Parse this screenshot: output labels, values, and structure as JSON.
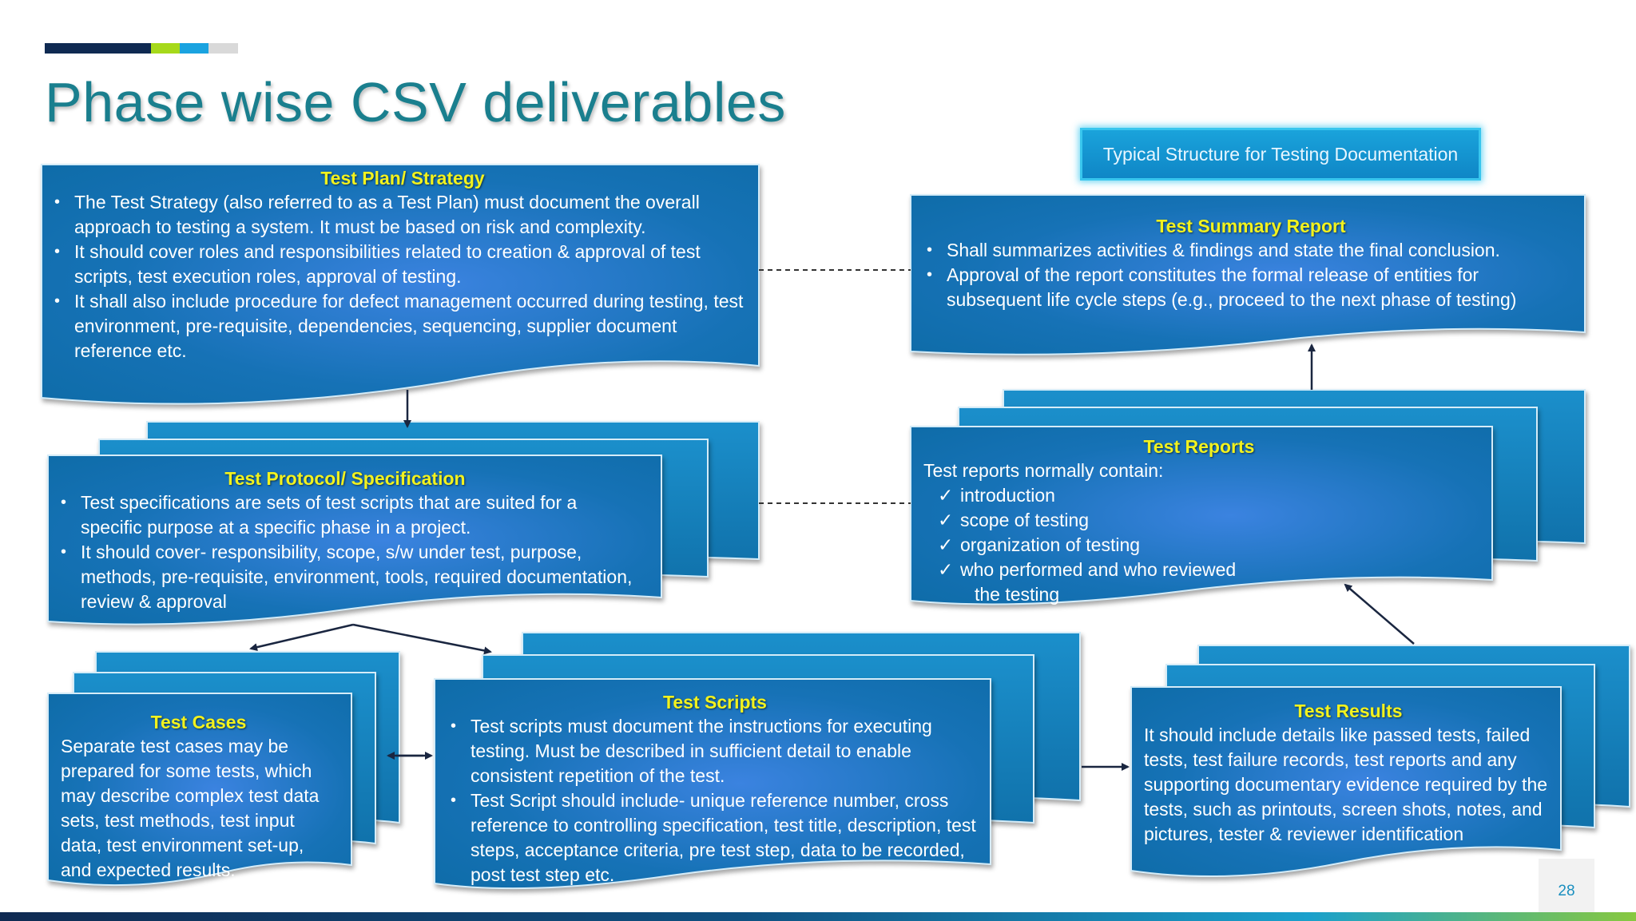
{
  "slide": {
    "title": "Phase wise CSV deliverables",
    "page_number": "28",
    "accent_colors": [
      "#0f2a52",
      "#a6d91a",
      "#1aa3e0",
      "#d9d9d9"
    ],
    "typical_structure_label": "Typical Structure for Testing Documentation"
  },
  "test_plan": {
    "heading": "Test Plan/ Strategy",
    "bullets": [
      "The Test Strategy (also referred to as a Test Plan) must document the overall approach to testing a system. It must be based on risk and complexity.",
      "It should cover roles and responsibilities related to creation & approval of test scripts, test execution roles, approval of testing.",
      "It shall also include procedure for defect management occurred during testing, test environment, pre-requisite, dependencies, sequencing, supplier document reference etc."
    ]
  },
  "test_protocol": {
    "heading": "Test Protocol/ Specification",
    "bullets": [
      "Test specifications are sets of test scripts that are suited for a specific purpose at a specific phase in a project.",
      "It should cover- responsibility, scope, s/w under test, purpose, methods, pre-requisite, environment, tools, required documentation, review & approval"
    ]
  },
  "test_cases": {
    "heading": "Test Cases",
    "text": "Separate test cases may be prepared for some tests, which may describe complex test data sets, test methods, test input data, test environment set-up, and expected results."
  },
  "test_scripts": {
    "heading": "Test Scripts",
    "bullets": [
      "Test scripts must document the instructions for executing testing. Must be described in sufficient detail to enable consistent repetition of the test.",
      "Test Script should include- unique reference number, cross reference to controlling specification, test title, description, test steps, acceptance criteria, pre test step, data to be recorded, post test step etc."
    ]
  },
  "test_results": {
    "heading": "Test Results",
    "text": "It should include details like passed tests, failed tests, test failure records, test reports and any supporting documentary evidence required by the tests, such as printouts, screen shots, notes, and pictures, tester & reviewer identification"
  },
  "test_reports": {
    "heading": "Test Reports",
    "intro": "Test reports normally contain:",
    "checks": [
      "introduction",
      "scope of testing",
      "organization of testing",
      "who performed and who reviewed"
    ],
    "continuation": "the testing"
  },
  "test_summary": {
    "heading": "Test Summary Report",
    "bullets": [
      "Shall summarizes activities & findings and state the final conclusion.",
      "Approval of the report constitutes the formal release of entities for subsequent life cycle steps (e.g., proceed to the next phase of testing)"
    ]
  }
}
